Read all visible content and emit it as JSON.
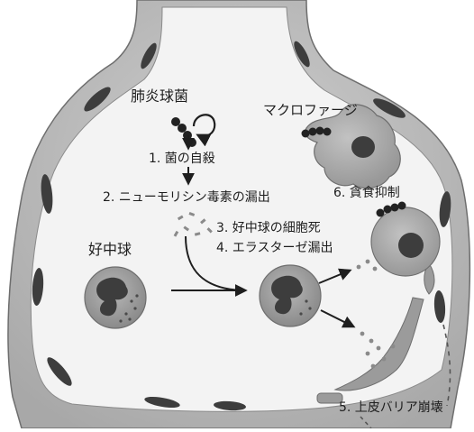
{
  "labels": {
    "pneumococcus": "肺炎球菌",
    "macrophage": "マクロファージ",
    "neutrophil": "好中球"
  },
  "steps": {
    "s1": "1. 菌の自殺",
    "s2": "2. ニューモリシン毒素の漏出",
    "s3": "3. 好中球の細胞死",
    "s4": "4. エラスターゼ漏出",
    "s5": "5. 上皮バリア崩壊",
    "s6": "6. 貪食抑制"
  },
  "colors": {
    "tissue": "#b9b9b9",
    "alveolus": "#f3f3f3",
    "cell_nucleus": "#3d3d3d",
    "neutrophil_body": "#9e9e9e",
    "macrophage_body": "#a9a9a9",
    "text": "#1e1e1e"
  }
}
